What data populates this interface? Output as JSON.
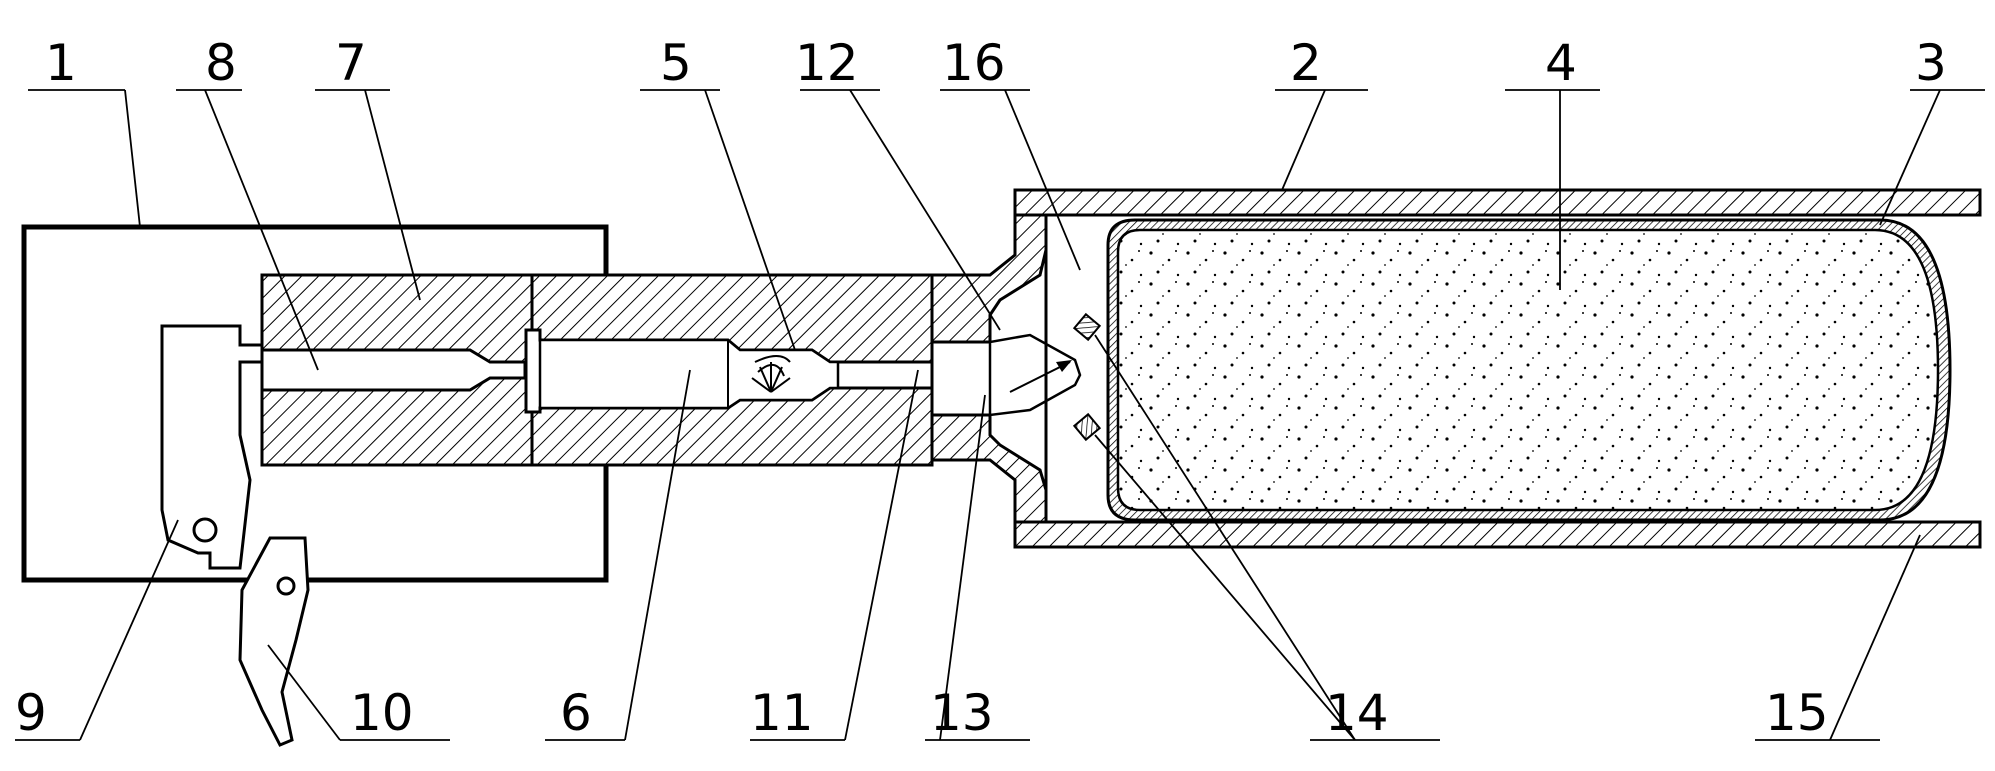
{
  "diagram": {
    "labels": {
      "l1": "1",
      "l2": "2",
      "l3": "3",
      "l4": "4",
      "l5": "5",
      "l6": "6",
      "l7": "7",
      "l8": "8",
      "l9": "9",
      "l10": "10",
      "l11": "11",
      "l12": "12",
      "l13": "13",
      "l14": "14",
      "l15": "15",
      "l16": "16"
    },
    "colors": {
      "line": "#000000",
      "hatch": "#000000",
      "background": "#ffffff"
    }
  }
}
